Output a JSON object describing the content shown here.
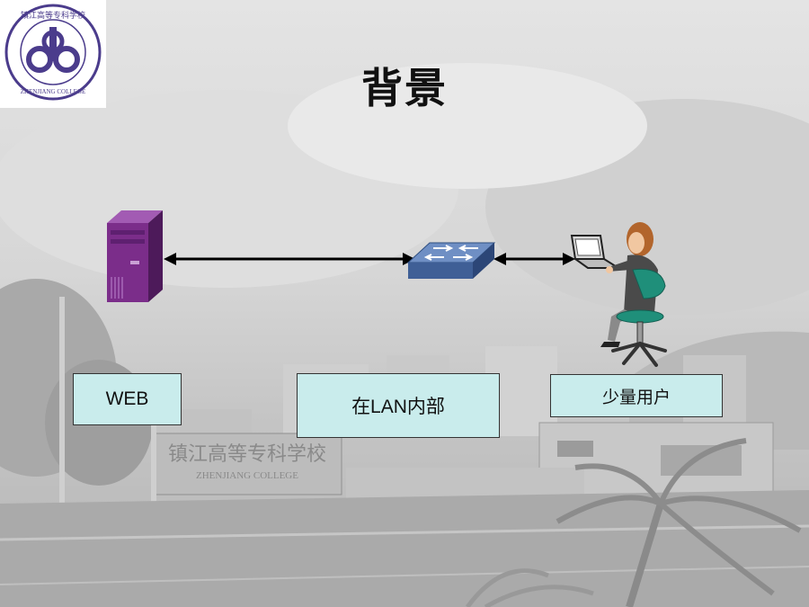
{
  "slide": {
    "title": "背景",
    "logo": {
      "school_name": "镇江高等专科学校",
      "english_name": "ZHENJIANG COLLEGE"
    },
    "background_sign": {
      "chinese": "镇江高等专科学校",
      "english": "ZHENJIANG COLLEGE"
    }
  },
  "diagram": {
    "nodes": [
      {
        "id": "web",
        "label": "WEB",
        "icon": "server-icon"
      },
      {
        "id": "lan",
        "label": "在LAN内部",
        "icon": "network-switch-icon"
      },
      {
        "id": "users",
        "label": "少量用户",
        "icon": "laptop-user-icon"
      }
    ],
    "links": [
      {
        "from": "web",
        "to": "lan",
        "style": "double-arrow"
      },
      {
        "from": "lan",
        "to": "users",
        "style": "double-arrow"
      }
    ]
  },
  "colors": {
    "label_fill": "#c9ecec",
    "server": "#7b2d8a",
    "switch": "#4a6da3",
    "arrow": "#000000",
    "chair": "#1f8f7a"
  }
}
